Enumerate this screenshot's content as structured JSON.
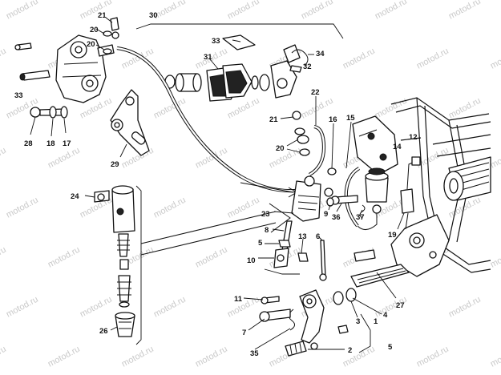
{
  "watermark": "motod.ru",
  "callouts": {
    "c21a": "21",
    "c30": "30",
    "c20a": "20",
    "c20b": "20",
    "c33a": "33",
    "c33b": "33",
    "c34": "34",
    "c31": "31",
    "c32": "32",
    "c22": "22",
    "c21b": "21",
    "c16": "16",
    "c15": "15",
    "c14": "14",
    "c12": "12",
    "c20c": "20",
    "c28": "28",
    "c18": "18",
    "c17": "17",
    "c29": "29",
    "c24": "24",
    "c9": "9",
    "c36": "36",
    "c37": "37",
    "c23": "23",
    "c8": "8",
    "c19": "19",
    "c5a": "5",
    "c13": "13",
    "c6": "6",
    "c10": "10",
    "c27": "27",
    "c11": "11",
    "c7": "7",
    "c3": "3",
    "c4": "4",
    "c1": "1",
    "c5b": "5",
    "c26": "26",
    "c35": "35",
    "c2": "2"
  }
}
